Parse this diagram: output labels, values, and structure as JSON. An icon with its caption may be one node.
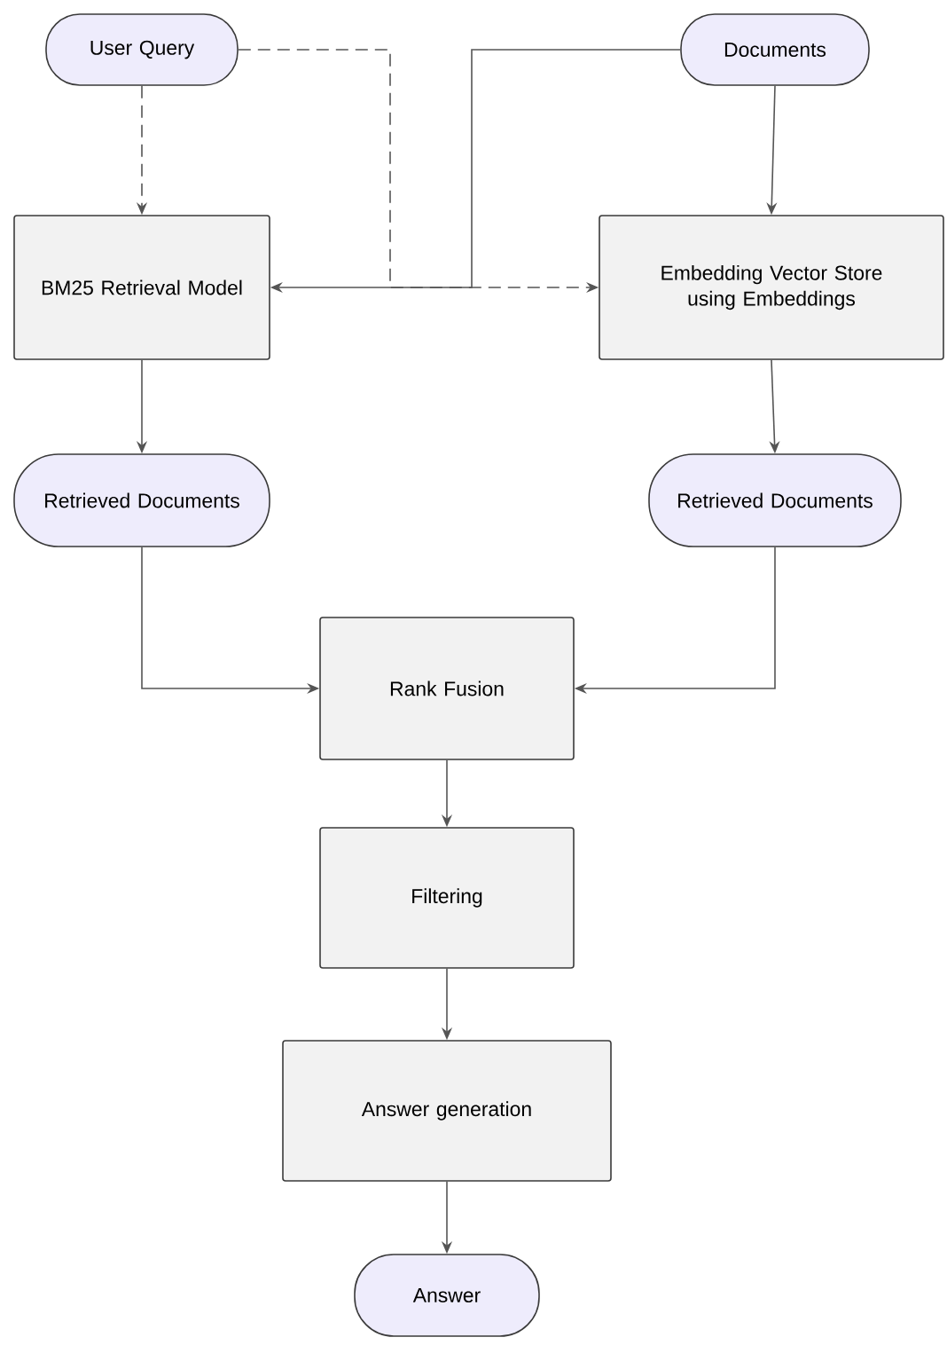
{
  "diagram": {
    "nodes": [
      {
        "text": [
          "User Query"
        ]
      },
      {
        "text": [
          "Documents"
        ]
      },
      {
        "text": [
          "BM25 Retrieval Model"
        ]
      },
      {
        "text": [
          "Embedding Vector Store using Embeddings"
        ]
      },
      {
        "text": [
          "Retrieved Documents"
        ]
      },
      {
        "text": [
          "Retrieved Documents"
        ]
      },
      {
        "text": [
          "Rank Fusion"
        ]
      },
      {
        "text": [
          "Filtering"
        ]
      },
      {
        "text": [
          "Answer generation"
        ]
      },
      {
        "text": [
          "Answer"
        ]
      }
    ],
    "edges": [
      {
        "from": 0,
        "to": 2,
        "arrow": "to",
        "style": "dashed"
      },
      {
        "from": 0,
        "to": 3,
        "arrow": "to",
        "style": "dashed"
      },
      {
        "from": 1,
        "to": 2,
        "arrow": "to"
      },
      {
        "from": 1,
        "to": 3,
        "arrow": "to"
      },
      {
        "from": 2,
        "to": 4,
        "arrow": "to"
      },
      {
        "from": 3,
        "to": 5,
        "arrow": "to"
      },
      {
        "from": 4,
        "to": 6,
        "arrow": "to"
      },
      {
        "from": 5,
        "to": 6,
        "arrow": "to"
      },
      {
        "from": 6,
        "to": 7,
        "arrow": "to"
      },
      {
        "from": 7,
        "to": 8,
        "arrow": "to"
      },
      {
        "from": 8,
        "to": 9,
        "arrow": "to"
      }
    ]
  }
}
